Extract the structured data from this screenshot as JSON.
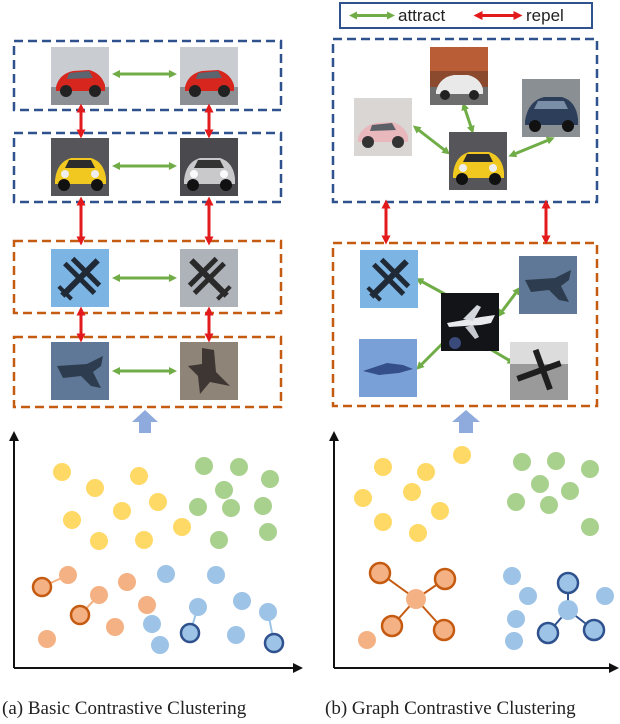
{
  "legend": {
    "attract_label": "attract",
    "repel_label": "repel"
  },
  "colors": {
    "attract": "#70ad47",
    "repel": "#e31a1c",
    "vehicle_box": "#2f528f",
    "aircraft_box": "#c55a11",
    "orange_node": "#f4b183",
    "orange_outline": "#c55a11",
    "blue_node": "#9dc3e6",
    "blue_outline": "#2f528f",
    "green_node": "#a9d18e",
    "yellow_node": "#ffd966",
    "up_arrow": "#8faadc"
  },
  "icons": {
    "car_red": "red-sports-car-photo",
    "car_yellow": "yellow-sports-car-photo",
    "car_silver": "silver-sports-car-photo",
    "plane_biplane": "biplane-photo",
    "plane_fighter": "fighter-jet-photo",
    "plane_jet": "private-jet-photo"
  },
  "captions": {
    "a": "(a) Basic Contrastive Clustering",
    "b": "(b) Graph Contrastive Clustering"
  }
}
